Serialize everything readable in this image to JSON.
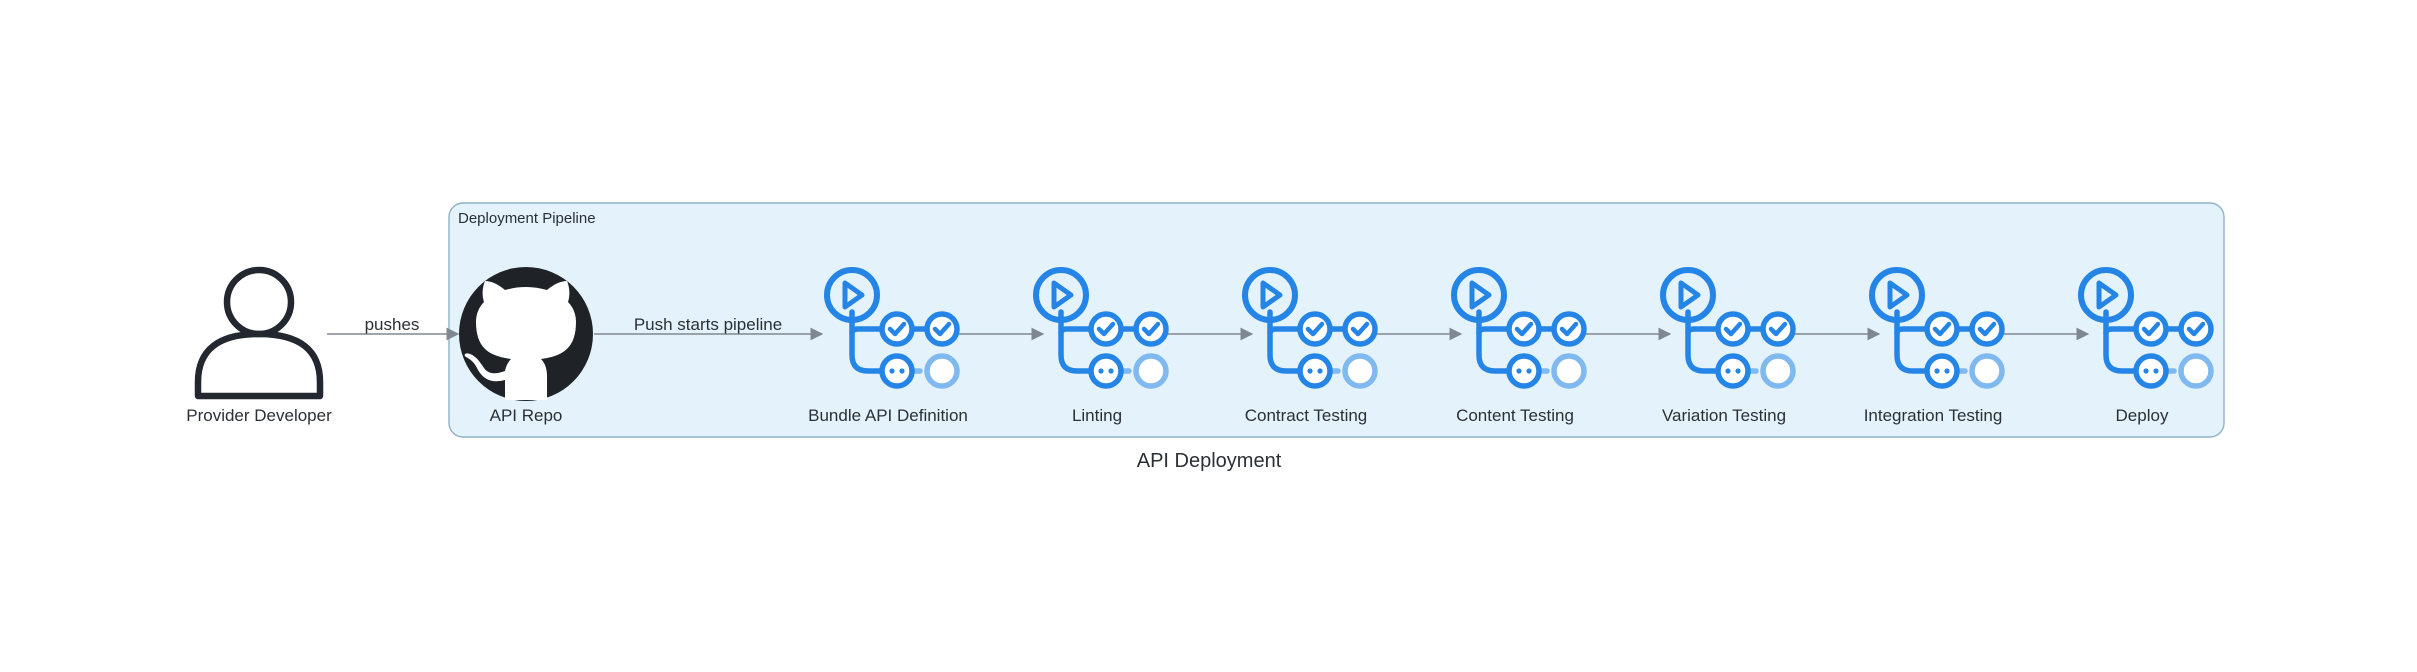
{
  "caption": "API Deployment",
  "group": {
    "title": "Deployment Pipeline"
  },
  "actor": {
    "label": "Provider Developer",
    "icon": "user-icon"
  },
  "repo": {
    "label": "API Repo",
    "icon": "github-icon"
  },
  "edges": {
    "actor_to_repo": "pushes",
    "repo_to_first": "Push starts pipeline"
  },
  "stages": [
    {
      "label": "Bundle API Definition",
      "icon": "workflow-icon"
    },
    {
      "label": "Linting",
      "icon": "workflow-icon"
    },
    {
      "label": "Contract Testing",
      "icon": "workflow-icon"
    },
    {
      "label": "Content Testing",
      "icon": "workflow-icon"
    },
    {
      "label": "Variation Testing",
      "icon": "workflow-icon"
    },
    {
      "label": "Integration Testing",
      "icon": "workflow-icon"
    },
    {
      "label": "Deploy",
      "icon": "workflow-icon"
    }
  ],
  "colors": {
    "group_fill": "#e4f3fb",
    "group_stroke": "#8fb2c7",
    "icon_blue": "#2585e6",
    "icon_light_blue": "#7fb9ef",
    "dark": "#23272f",
    "edge": "#7f8790"
  }
}
